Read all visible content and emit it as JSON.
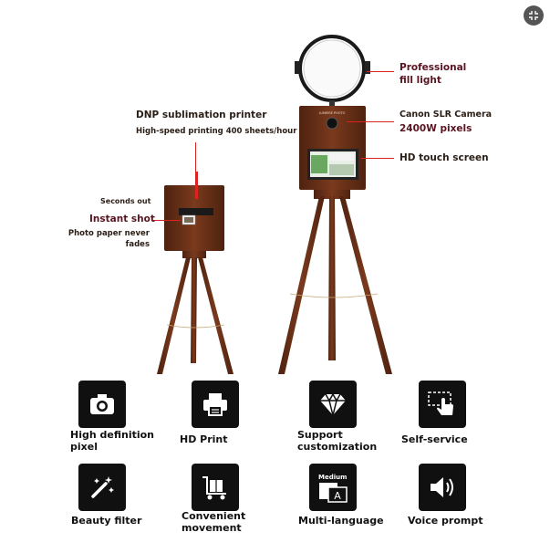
{
  "callouts": {
    "fill_light": [
      "Professional",
      "fill light"
    ],
    "camera": [
      "Canon SLR Camera",
      "2400W pixels"
    ],
    "touch_screen": "HD touch screen",
    "printer_title": "DNP sublimation printer",
    "printer_sub": "High-speed printing 400 sheets/hour",
    "seconds_out": "Seconds out",
    "instant_shot": "Instant shot",
    "paper": [
      "Photo paper never",
      "fades"
    ],
    "brand_plate": "LUMIERE PHOTO"
  },
  "features": [
    {
      "label": [
        "High definition",
        "pixel"
      ],
      "icon": "camera-icon"
    },
    {
      "label": [
        "HD Print"
      ],
      "icon": "printer-icon"
    },
    {
      "label": [
        "Support",
        "customization"
      ],
      "icon": "diamond-icon"
    },
    {
      "label": [
        "Self-service"
      ],
      "icon": "touch-hand-icon"
    },
    {
      "label": [
        "Beauty filter"
      ],
      "icon": "magic-wand-icon"
    },
    {
      "label": [
        "Convenient",
        "movement"
      ],
      "icon": "cart-icon"
    },
    {
      "label": [
        "Multi-language"
      ],
      "icon": "language-icon"
    },
    {
      "label": [
        "Voice prompt"
      ],
      "icon": "speaker-icon"
    }
  ],
  "language_icon_text": {
    "top": "Medium",
    "letter": "A"
  },
  "colors": {
    "wood": "#6b3219",
    "callout_line": "#dd2222",
    "icon_bg": "#101010"
  }
}
